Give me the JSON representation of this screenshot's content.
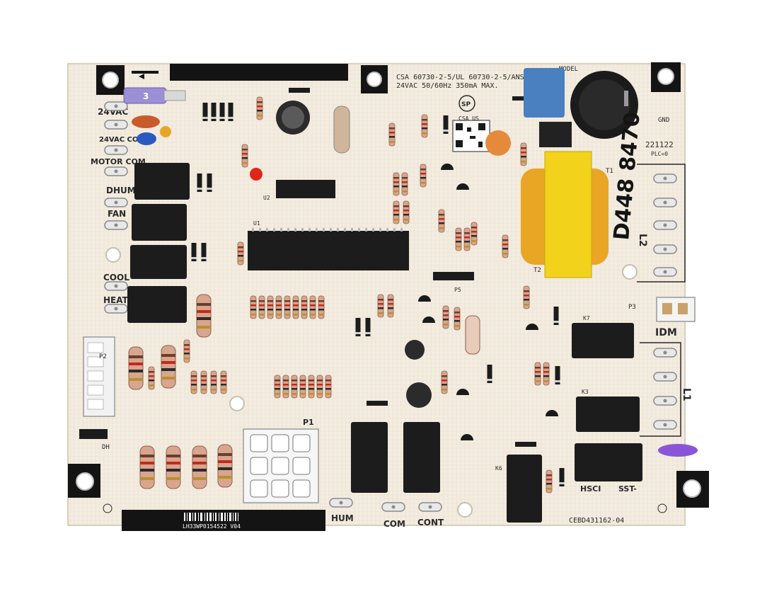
{
  "colors": {
    "board": "#f3ece0",
    "silk": "#2a2a2a",
    "relay": "#1c1c1c",
    "resistor": "#d8a58e",
    "transformer": "#f2d21a",
    "capacitor_blue": "#4a7fc0",
    "fuse": "#9b8fd6",
    "led": "#e0261b",
    "thermistor": "#e48a3a"
  },
  "labels": {
    "v24ac": "24VAC",
    "v24ac_com": "24VAC COM",
    "motor_com": "MOTOR COM",
    "dhum": "DHUM",
    "fan": "FAN",
    "cool": "COOL",
    "heat": "HEAT",
    "hum": "HUM",
    "com": "COM",
    "cont": "CONT",
    "idm": "IDM",
    "hsci": "HSCI",
    "sst": "SST-",
    "l1": "L1",
    "l2": "L2",
    "p1": "P1",
    "p2": "P2",
    "p3": "P3",
    "p5": "P5",
    "t1": "T1",
    "t2": "T2",
    "k3": "K3",
    "k6": "K6",
    "k7": "K7",
    "u1": "U1",
    "u2": "U2",
    "dh": "DH",
    "model": "MODEL",
    "gnd": "GND",
    "plc": "PLC=0",
    "date_code": "221122",
    "handwritten": "D448 8470",
    "board_code": "CEBD431162-04",
    "cert_line1": "CSA 60730-2-5/UL 60730-2-5/ANSI",
    "cert_line2": "24VAC 50/60Hz 350mA MAX.",
    "fuse_rating": "3",
    "serial": "LH33WP0154522 V04",
    "csa_mark": "CSA US"
  }
}
